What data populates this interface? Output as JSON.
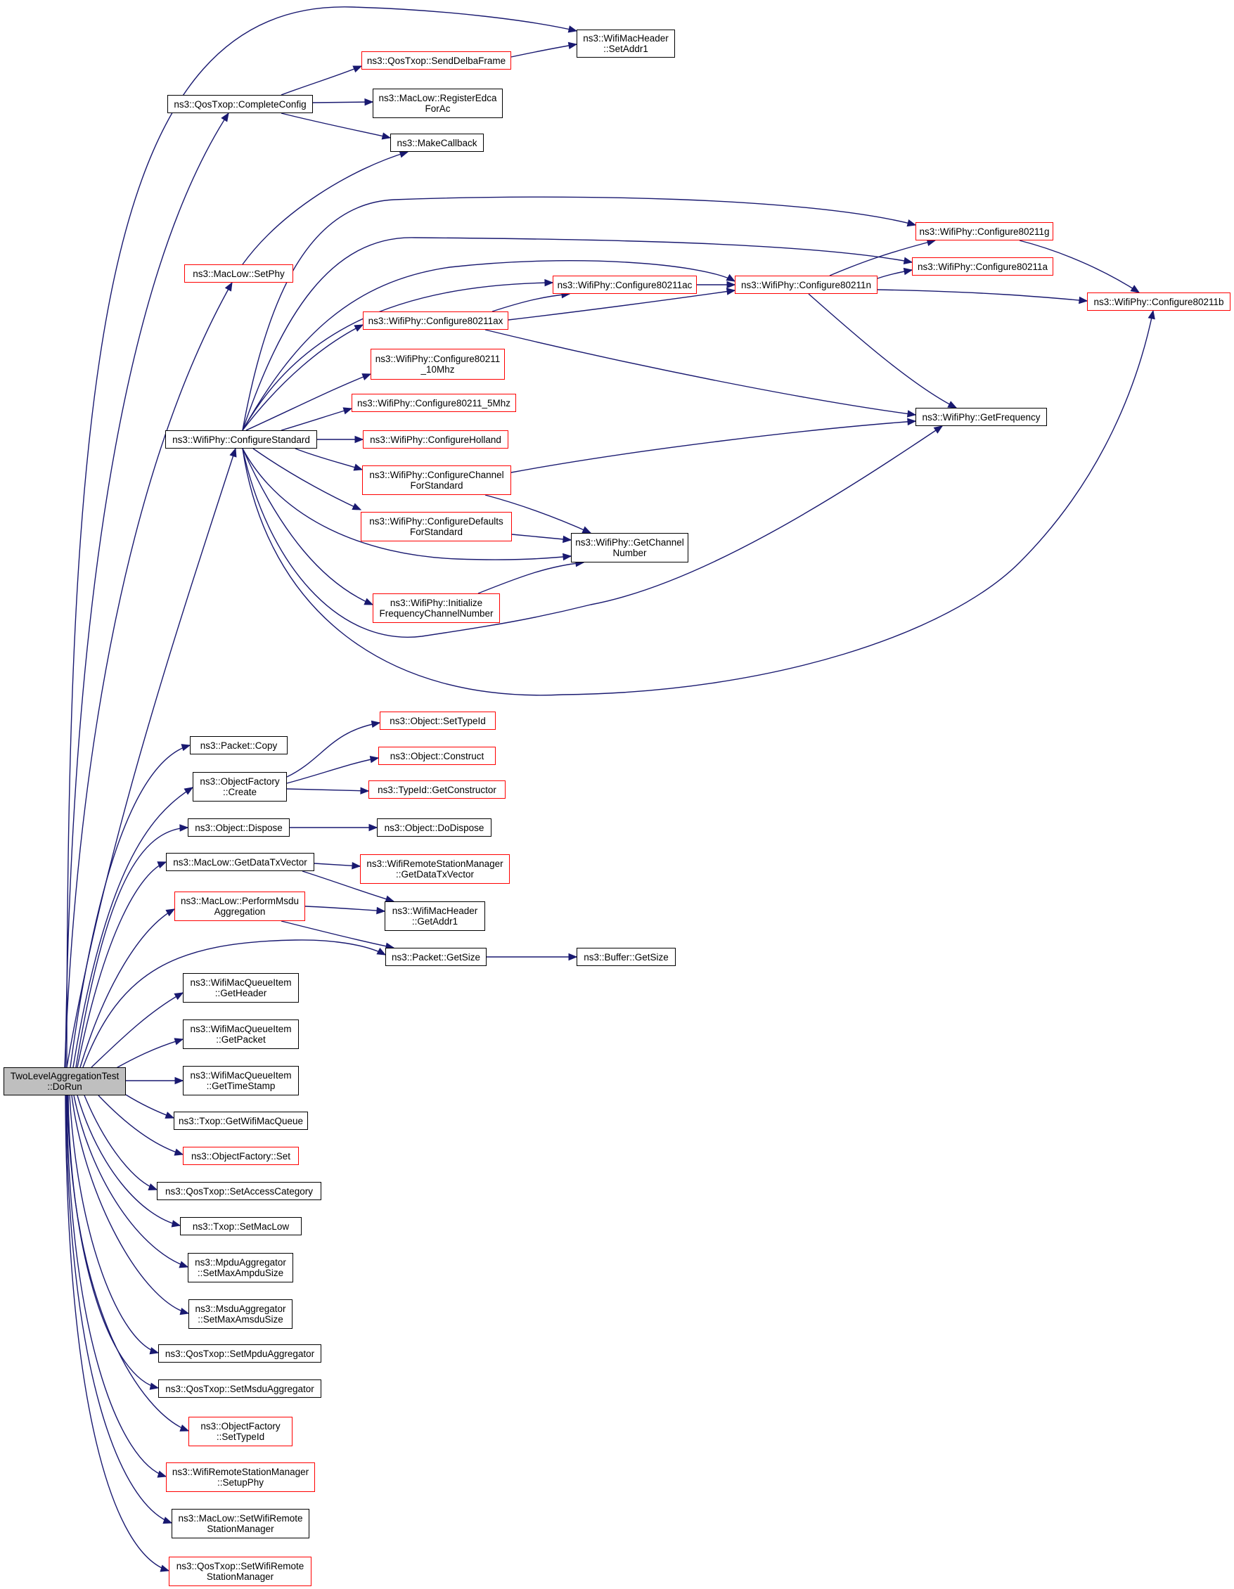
{
  "colors": {
    "edge": "#191970",
    "node_border": "#000000",
    "external_border": "#ff0000",
    "root_fill": "#bfbfbf"
  },
  "nodes": [
    {
      "id": "root",
      "name": "two-level-aggregation-test-do-run-node",
      "lines": [
        "TwoLevelAggregationTest",
        "::DoRun"
      ],
      "style": "root"
    },
    {
      "id": "mh_setaddr1",
      "name": "wifi-mac-header-set-addr1-node",
      "lines": [
        "ns3::WifiMacHeader",
        "::SetAddr1"
      ],
      "style": "black"
    },
    {
      "id": "sendDelba",
      "name": "qos-txop-send-delba-frame-node",
      "lines": [
        "ns3::QosTxop::SendDelbaFrame"
      ],
      "style": "red"
    },
    {
      "id": "completeConfig",
      "name": "qos-txop-complete-config-node",
      "lines": [
        "ns3::QosTxop::CompleteConfig"
      ],
      "style": "black"
    },
    {
      "id": "registerEdca",
      "name": "mac-low-register-edca-for-ac-node",
      "lines": [
        "ns3::MacLow::RegisterEdca",
        "ForAc"
      ],
      "style": "black"
    },
    {
      "id": "makeCallback",
      "name": "make-callback-node",
      "lines": [
        "ns3::MakeCallback"
      ],
      "style": "black"
    },
    {
      "id": "setPhy",
      "name": "mac-low-set-phy-node",
      "lines": [
        "ns3::MacLow::SetPhy"
      ],
      "style": "red"
    },
    {
      "id": "c80211g",
      "name": "wifi-phy-configure-80211g-node",
      "lines": [
        "ns3::WifiPhy::Configure80211g"
      ],
      "style": "red"
    },
    {
      "id": "c80211a",
      "name": "wifi-phy-configure-80211a-node",
      "lines": [
        "ns3::WifiPhy::Configure80211a"
      ],
      "style": "red"
    },
    {
      "id": "c80211ac",
      "name": "wifi-phy-configure-80211ac-node",
      "lines": [
        "ns3::WifiPhy::Configure80211ac"
      ],
      "style": "red"
    },
    {
      "id": "c80211n",
      "name": "wifi-phy-configure-80211n-node",
      "lines": [
        "ns3::WifiPhy::Configure80211n"
      ],
      "style": "red"
    },
    {
      "id": "c80211b",
      "name": "wifi-phy-configure-80211b-node",
      "lines": [
        "ns3::WifiPhy::Configure80211b"
      ],
      "style": "red"
    },
    {
      "id": "c80211ax",
      "name": "wifi-phy-configure-80211ax-node",
      "lines": [
        "ns3::WifiPhy::Configure80211ax"
      ],
      "style": "red"
    },
    {
      "id": "c10mhz",
      "name": "wifi-phy-configure-80211-10mhz-node",
      "lines": [
        "ns3::WifiPhy::Configure80211",
        "_10Mhz"
      ],
      "style": "red"
    },
    {
      "id": "c5mhz",
      "name": "wifi-phy-configure-80211-5mhz-node",
      "lines": [
        "ns3::WifiPhy::Configure80211_5Mhz"
      ],
      "style": "red"
    },
    {
      "id": "configStd",
      "name": "wifi-phy-configure-standard-node",
      "lines": [
        "ns3::WifiPhy::ConfigureStandard"
      ],
      "style": "black"
    },
    {
      "id": "getFreq",
      "name": "wifi-phy-get-frequency-node",
      "lines": [
        "ns3::WifiPhy::GetFrequency"
      ],
      "style": "black"
    },
    {
      "id": "holland",
      "name": "wifi-phy-configure-holland-node",
      "lines": [
        "ns3::WifiPhy::ConfigureHolland"
      ],
      "style": "red"
    },
    {
      "id": "chanStd",
      "name": "wifi-phy-configure-channel-for-standard-node",
      "lines": [
        "ns3::WifiPhy::ConfigureChannel",
        "ForStandard"
      ],
      "style": "red"
    },
    {
      "id": "defStd",
      "name": "wifi-phy-configure-defaults-for-standard-node",
      "lines": [
        "ns3::WifiPhy::ConfigureDefaults",
        "ForStandard"
      ],
      "style": "red"
    },
    {
      "id": "getChan",
      "name": "wifi-phy-get-channel-number-node",
      "lines": [
        "ns3::WifiPhy::GetChannel",
        "Number"
      ],
      "style": "black"
    },
    {
      "id": "initFreq",
      "name": "wifi-phy-initialize-frequency-channel-number-node",
      "lines": [
        "ns3::WifiPhy::Initialize",
        "FrequencyChannelNumber"
      ],
      "style": "red"
    },
    {
      "id": "pktCopy",
      "name": "packet-copy-node",
      "lines": [
        "ns3::Packet::Copy"
      ],
      "style": "black"
    },
    {
      "id": "setTypeIdObj",
      "name": "object-set-type-id-node",
      "lines": [
        "ns3::Object::SetTypeId"
      ],
      "style": "red"
    },
    {
      "id": "construct",
      "name": "object-construct-node",
      "lines": [
        "ns3::Object::Construct"
      ],
      "style": "red"
    },
    {
      "id": "ofCreate",
      "name": "object-factory-create-node",
      "lines": [
        "ns3::ObjectFactory",
        "::Create"
      ],
      "style": "black"
    },
    {
      "id": "getCtor",
      "name": "type-id-get-constructor-node",
      "lines": [
        "ns3::TypeId::GetConstructor"
      ],
      "style": "red"
    },
    {
      "id": "dispose",
      "name": "object-dispose-node",
      "lines": [
        "ns3::Object::Dispose"
      ],
      "style": "black"
    },
    {
      "id": "doDispose",
      "name": "object-do-dispose-node",
      "lines": [
        "ns3::Object::DoDispose"
      ],
      "style": "black"
    },
    {
      "id": "getDataTx",
      "name": "mac-low-get-data-tx-vector-node",
      "lines": [
        "ns3::MacLow::GetDataTxVector"
      ],
      "style": "black"
    },
    {
      "id": "rsmGetDataTx",
      "name": "wifi-remote-station-manager-get-data-tx-vector-node",
      "lines": [
        "ns3::WifiRemoteStationManager",
        "::GetDataTxVector"
      ],
      "style": "red"
    },
    {
      "id": "performMsdu",
      "name": "mac-low-perform-msdu-aggregation-node",
      "lines": [
        "ns3::MacLow::PerformMsdu",
        "Aggregation"
      ],
      "style": "red"
    },
    {
      "id": "getAddr1",
      "name": "wifi-mac-header-get-addr1-node",
      "lines": [
        "ns3::WifiMacHeader",
        "::GetAddr1"
      ],
      "style": "black"
    },
    {
      "id": "pktGetSize",
      "name": "packet-get-size-node",
      "lines": [
        "ns3::Packet::GetSize"
      ],
      "style": "black"
    },
    {
      "id": "bufGetSize",
      "name": "buffer-get-size-node",
      "lines": [
        "ns3::Buffer::GetSize"
      ],
      "style": "black"
    },
    {
      "id": "qiHeader",
      "name": "wifi-mac-queue-item-get-header-node",
      "lines": [
        "ns3::WifiMacQueueItem",
        "::GetHeader"
      ],
      "style": "black"
    },
    {
      "id": "qiPacket",
      "name": "wifi-mac-queue-item-get-packet-node",
      "lines": [
        "ns3::WifiMacQueueItem",
        "::GetPacket"
      ],
      "style": "black"
    },
    {
      "id": "qiTime",
      "name": "wifi-mac-queue-item-get-time-stamp-node",
      "lines": [
        "ns3::WifiMacQueueItem",
        "::GetTimeStamp"
      ],
      "style": "black"
    },
    {
      "id": "txopQueue",
      "name": "txop-get-wifi-mac-queue-node",
      "lines": [
        "ns3::Txop::GetWifiMacQueue"
      ],
      "style": "black"
    },
    {
      "id": "ofSet",
      "name": "object-factory-set-node",
      "lines": [
        "ns3::ObjectFactory::Set"
      ],
      "style": "red"
    },
    {
      "id": "setAC",
      "name": "qos-txop-set-access-category-node",
      "lines": [
        "ns3::QosTxop::SetAccessCategory"
      ],
      "style": "black"
    },
    {
      "id": "setMacLow",
      "name": "txop-set-mac-low-node",
      "lines": [
        "ns3::Txop::SetMacLow"
      ],
      "style": "black"
    },
    {
      "id": "ampdu",
      "name": "mpdu-aggregator-set-max-ampdu-size-node",
      "lines": [
        "ns3::MpduAggregator",
        "::SetMaxAmpduSize"
      ],
      "style": "black"
    },
    {
      "id": "amsdu",
      "name": "msdu-aggregator-set-max-amsdu-size-node",
      "lines": [
        "ns3::MsduAggregator",
        "::SetMaxAmsduSize"
      ],
      "style": "black"
    },
    {
      "id": "setMpduAgg",
      "name": "qos-txop-set-mpdu-aggregator-node",
      "lines": [
        "ns3::QosTxop::SetMpduAggregator"
      ],
      "style": "black"
    },
    {
      "id": "setMsduAgg",
      "name": "qos-txop-set-msdu-aggregator-node",
      "lines": [
        "ns3::QosTxop::SetMsduAggregator"
      ],
      "style": "black"
    },
    {
      "id": "ofSetTypeId",
      "name": "object-factory-set-type-id-node",
      "lines": [
        "ns3::ObjectFactory",
        "::SetTypeId"
      ],
      "style": "red"
    },
    {
      "id": "rsmSetupPhy",
      "name": "wifi-remote-station-manager-setup-phy-node",
      "lines": [
        "ns3::WifiRemoteStationManager",
        "::SetupPhy"
      ],
      "style": "red"
    },
    {
      "id": "macLowRsm",
      "name": "mac-low-set-wifi-remote-station-manager-node",
      "lines": [
        "ns3::MacLow::SetWifiRemote",
        "StationManager"
      ],
      "style": "black"
    },
    {
      "id": "qosRsm",
      "name": "qos-txop-set-wifi-remote-station-manager-node",
      "lines": [
        "ns3::QosTxop::SetWifiRemote",
        "StationManager"
      ],
      "style": "red"
    }
  ]
}
